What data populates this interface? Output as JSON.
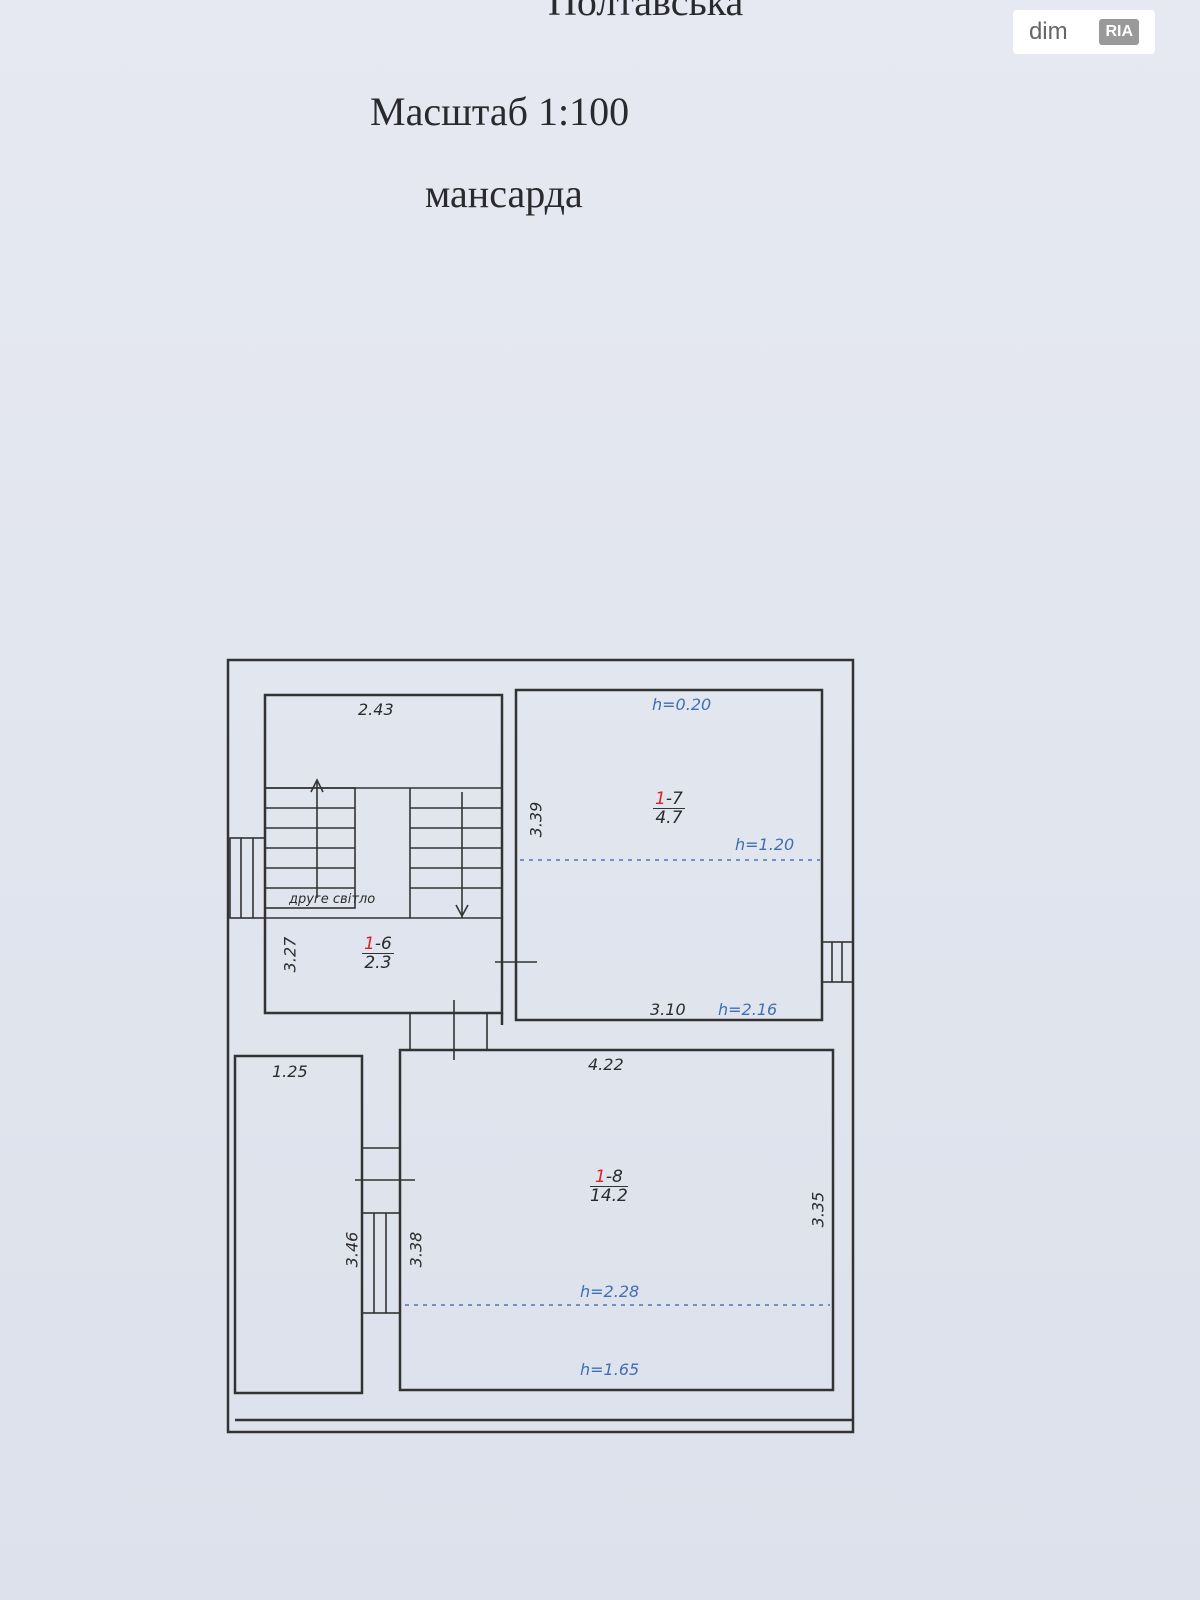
{
  "header": {
    "street": "Полтавська",
    "scale": "Масштаб 1:100",
    "floor": "мансарда"
  },
  "watermark": {
    "brand": "dim",
    "badge": "RIA"
  },
  "plan": {
    "stair_room": {
      "width": "2.43",
      "depth": "3.27",
      "side": "3.39",
      "note": "друге світло",
      "num_prefix": "1",
      "num_suffix": "-6",
      "area": "2.3"
    },
    "room_7": {
      "num_prefix": "1",
      "num_suffix": "-7",
      "area": "4.7",
      "width": "3.10",
      "h_top": "h=0.20",
      "h_mid": "h=1.20",
      "h_bottom": "h=2.16"
    },
    "room_8": {
      "num_prefix": "1",
      "num_suffix": "-8",
      "area": "14.2",
      "width": "4.22",
      "depth_left": "3.38",
      "depth_right": "3.35",
      "h_mid": "h=2.28",
      "h_bottom": "h=1.65"
    },
    "left_room": {
      "width": "1.25",
      "depth": "3.46"
    }
  }
}
